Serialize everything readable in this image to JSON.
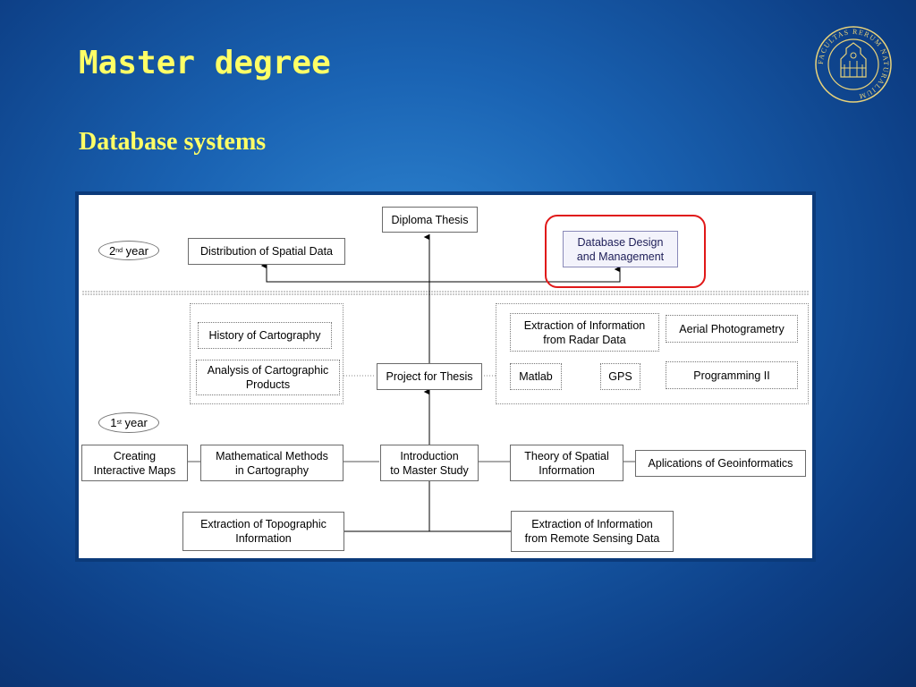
{
  "slide": {
    "title": "Master degree",
    "subtitle": "Database systems",
    "seal_text": "FACULTAS RERUM NATURALIUM",
    "colors": {
      "title": "#ffff66",
      "highlight_frame": "#e01818",
      "panel_border": "#0b3a7a"
    }
  },
  "diagram": {
    "year2": {
      "number": "2",
      "suffix": "nd",
      "word": " year"
    },
    "year1": {
      "number": "1",
      "suffix": "st",
      "word": " year"
    },
    "boxes": {
      "diploma": "Diploma Thesis",
      "distribution": "Distribution of Spatial Data",
      "database_design": "Database Design\nand Management",
      "history": "History of Cartography",
      "analysis": "Analysis of Cartographic\nProducts",
      "project": "Project for Thesis",
      "radar": "Extraction of Information\nfrom Radar Data",
      "aerial": "Aerial Photogrametry",
      "matlab": "Matlab",
      "gps": "GPS",
      "programming": "Programming II",
      "creating_maps": "Creating\nInteractive Maps",
      "math_methods": "Mathematical Methods\nin Cartography",
      "intro": "Introduction\nto Master Study",
      "theory": "Theory of Spatial\nInformation",
      "aplications": "Aplications of Geoinformatics",
      "topographic": "Extraction of Topographic\nInformation",
      "remote_sensing": "Extraction of Information\nfrom Remote Sensing Data"
    }
  }
}
